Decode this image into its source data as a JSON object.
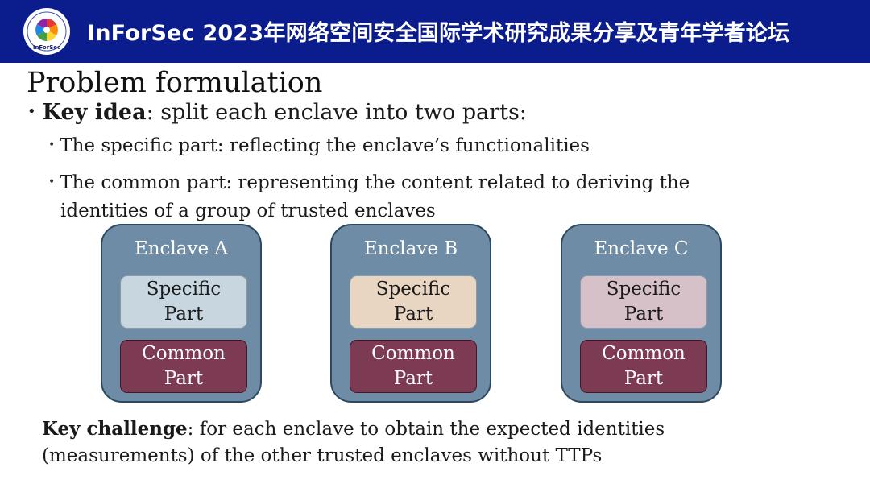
{
  "header": {
    "logo_text": "InForSec",
    "title": "InForSec 2023年网络空间安全国际学术研究成果分享及青年学者论坛"
  },
  "slide": {
    "title": "Problem formulation",
    "key_idea_label": "Key idea",
    "key_idea_text": ": split each enclave into two parts:",
    "sub1": "The specific part: reflecting the enclave’s functionalities",
    "sub2_line1": "The common part: representing the content related to deriving the",
    "sub2_line2": "identities of a group of trusted enclaves",
    "bullet_symbol": "•"
  },
  "enclaves": [
    {
      "name": "Enclave A",
      "specific_line1": "Specific",
      "specific_line2": "Part",
      "common_line1": "Common",
      "common_line2": "Part",
      "specific_color": "#c8d6e0"
    },
    {
      "name": "Enclave B",
      "specific_line1": "Specific",
      "specific_line2": "Part",
      "common_line1": "Common",
      "common_line2": "Part",
      "specific_color": "#e8d6c2"
    },
    {
      "name": "Enclave C",
      "specific_line1": "Specific",
      "specific_line2": "Part",
      "common_line1": "Common",
      "common_line2": "Part",
      "specific_color": "#d7c1c9"
    }
  ],
  "challenge": {
    "label": "Key challenge",
    "line1": ": for each enclave to obtain the expected identities",
    "line2": "(measurements) of the other trusted enclaves without TTPs"
  },
  "colors": {
    "header_bg": "#0b1c8c",
    "enclave_bg": "#6e8ca6",
    "common_bg": "#7d3a53"
  }
}
